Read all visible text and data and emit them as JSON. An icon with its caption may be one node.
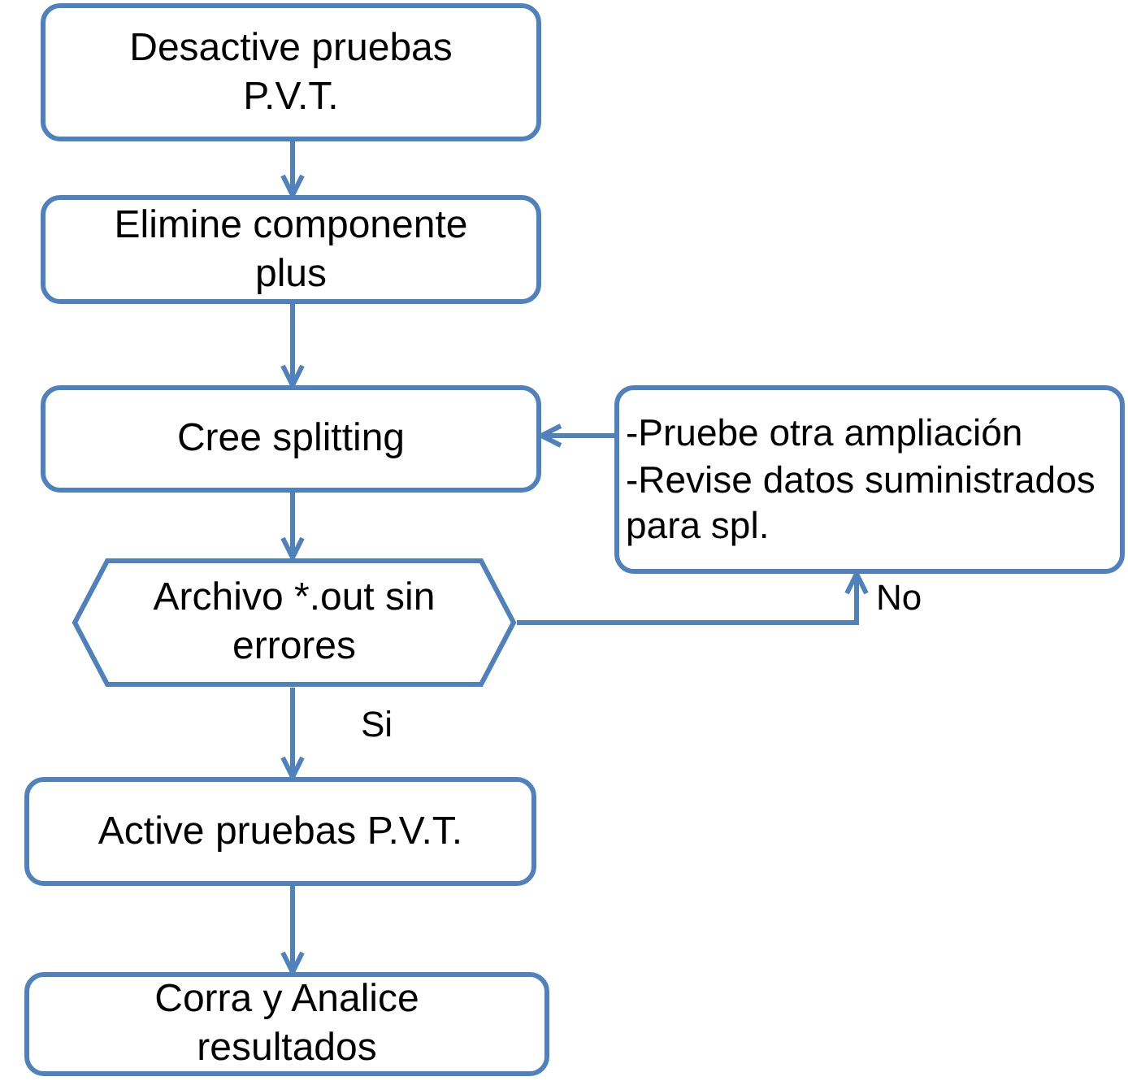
{
  "diagram": {
    "nodes": [
      {
        "text": [
          "Desactive pruebas P.V.T."
        ]
      },
      {
        "text": [
          "Elimine componente plus"
        ]
      },
      {
        "text": [
          "Cree splitting"
        ]
      },
      {
        "text": [
          "Archivo *.out sin errores"
        ]
      },
      {
        "text": [
          "-Pruebe otra ampliación",
          "-Revise datos suministrados para spl."
        ]
      },
      {
        "text": [
          "Active pruebas P.V.T."
        ]
      },
      {
        "text": [
          "Corra y Analice resultados"
        ]
      }
    ],
    "edges": [
      {
        "from": 0,
        "to": 1,
        "arrow": "to"
      },
      {
        "from": 1,
        "to": 2,
        "arrow": "to"
      },
      {
        "from": 2,
        "to": 3,
        "arrow": "to"
      },
      {
        "from": 3,
        "to": 4,
        "arrow": "to",
        "label": "No"
      },
      {
        "from": 4,
        "to": 2,
        "arrow": "to"
      },
      {
        "from": 3,
        "to": 5,
        "arrow": "to",
        "label": "Si"
      },
      {
        "from": 5,
        "to": 6,
        "arrow": "to"
      }
    ]
  }
}
